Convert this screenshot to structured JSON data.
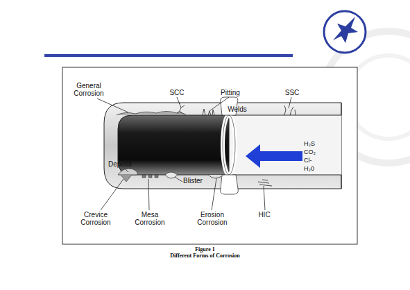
{
  "diagram": {
    "title": "Figure 1",
    "caption": "Different Forms of Corrosion",
    "labels": [
      "General Corrosion",
      "SCC",
      "Pitting",
      "SSC",
      "Welds",
      "Deposit",
      "Blister",
      "Crevice Corrosion",
      "Mesa Corrosion",
      "Erosion Corrosion",
      "HIC",
      "H₂S",
      "CO₂",
      "Cl-",
      "H₂0"
    ]
  }
}
